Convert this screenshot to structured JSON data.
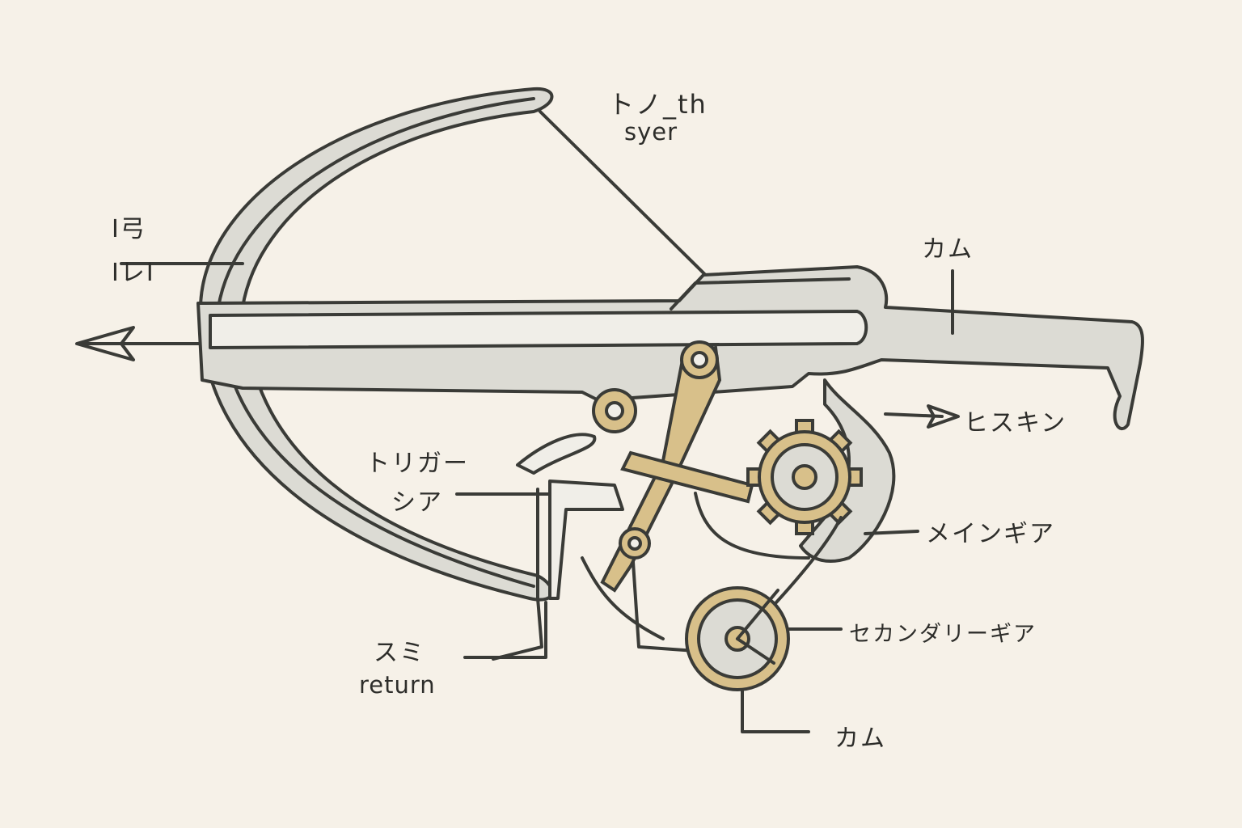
{
  "labels": {
    "string_top": "トノ_th",
    "string_sub": "syer",
    "bow_top": "I弓",
    "bow_sub": "IレI",
    "cam_top": "カム",
    "stock": "ヒスキン",
    "trigger": "トリガー",
    "sear": "シア",
    "main_gear": "メインギア",
    "secondary_gear": "セカンダリーギア",
    "spring": "スミ",
    "spring_sub": "return",
    "cam_bottom": "カム"
  },
  "colors": {
    "background": "#f6f1e8",
    "outline": "#3a3b37",
    "metal": "#dcdbd4",
    "brass": "#d8c08a"
  }
}
